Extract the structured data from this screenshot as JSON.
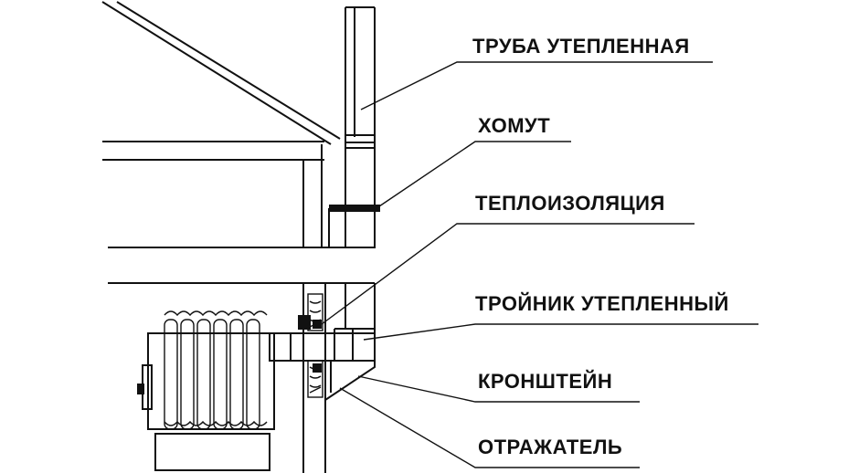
{
  "labels": {
    "pipe": "ТРУБА УТЕПЛЕННАЯ",
    "clamp": "ХОМУТ",
    "insulation": "ТЕПЛОИЗОЛЯЦИЯ",
    "tee": "ТРОЙНИК УТЕПЛЕННЫЙ",
    "bracket": "КРОНШТЕЙН",
    "reflector": "ОТРАЖАТЕЛЬ"
  }
}
